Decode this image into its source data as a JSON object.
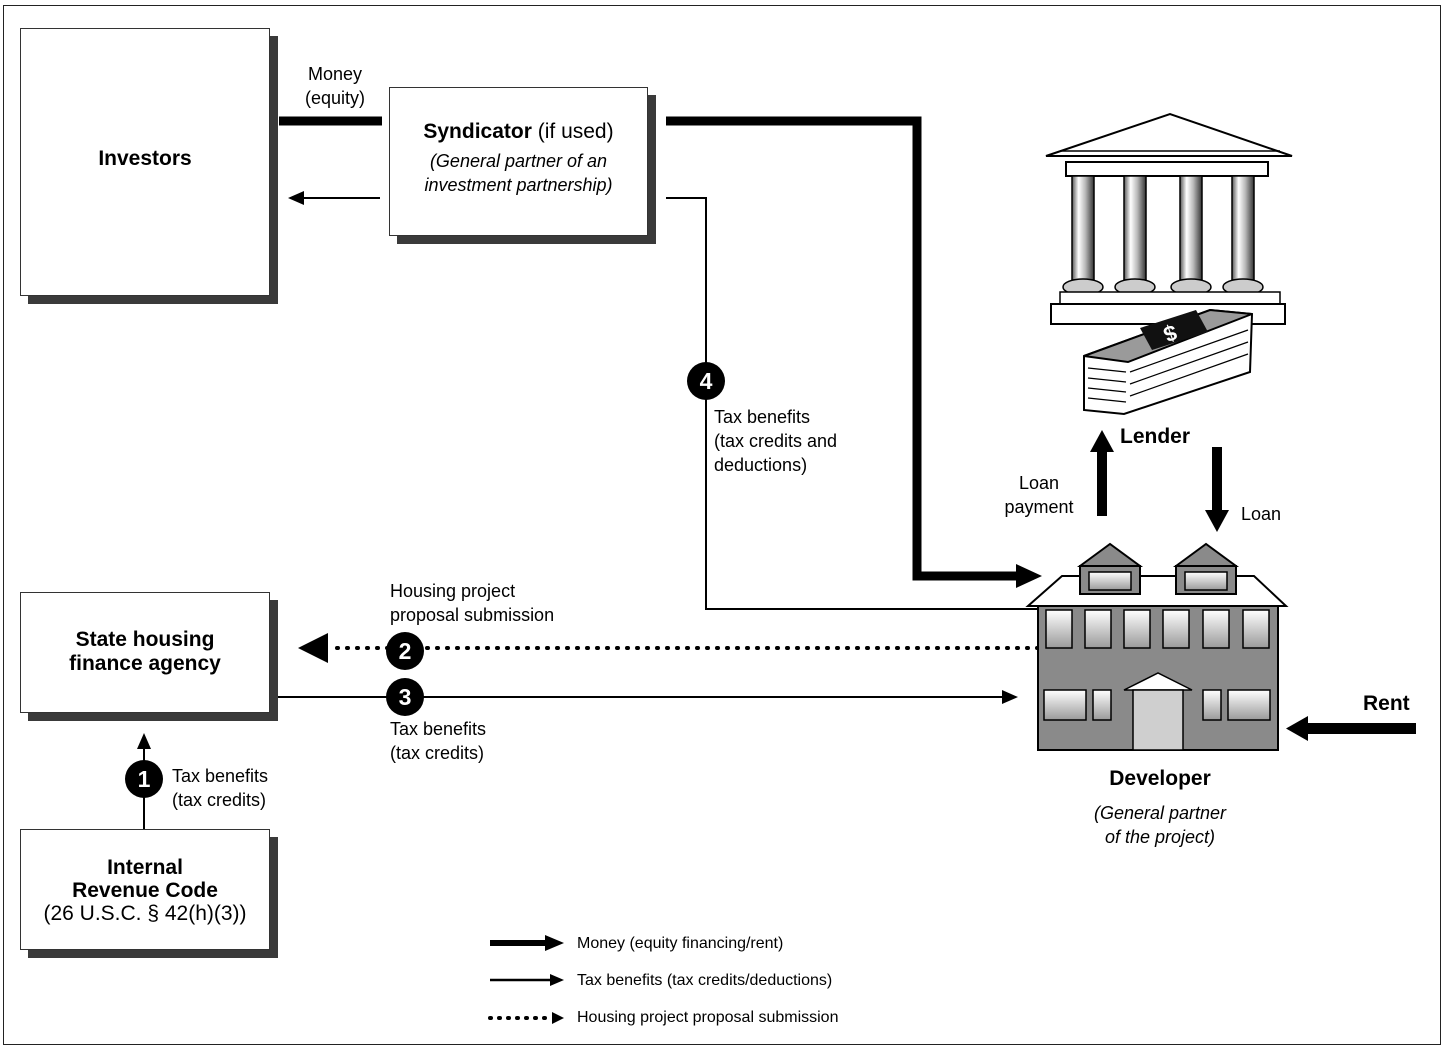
{
  "investors": {
    "title": "Investors"
  },
  "syndicator": {
    "title": "Syndicator",
    "qualifier": "(if used)",
    "subtitle_line1": "(General partner of an",
    "subtitle_line2": "investment partnership)"
  },
  "state_agency": {
    "title_line1": "State housing",
    "title_line2": "finance agency"
  },
  "irc": {
    "title_line1": "Internal",
    "title_line2": "Revenue Code",
    "citation": "(26 U.S.C. § 42(h)(3))"
  },
  "lender": {
    "label": "Lender",
    "loan_payment_line1": "Loan",
    "loan_payment_line2": "payment",
    "loan": "Loan"
  },
  "developer": {
    "label": "Developer",
    "subtitle_line1": "(General partner",
    "subtitle_line2": "of the project)"
  },
  "money_label": {
    "line1": "Money",
    "line2": "(equity)"
  },
  "rent_label": "Rent",
  "steps": {
    "step1": {
      "number": "1",
      "line1": "Tax benefits",
      "line2": "(tax credits)"
    },
    "step2": {
      "number": "2",
      "line1": "Housing project",
      "line2": "proposal submission"
    },
    "step3": {
      "number": "3",
      "line1": "Tax benefits",
      "line2": "(tax credits)"
    },
    "step4": {
      "number": "4",
      "line1": "Tax benefits",
      "line2": "(tax credits and",
      "line3": "deductions)"
    }
  },
  "legend": {
    "money": "Money (equity financing/rent)",
    "tax": "Tax benefits (tax credits/deductions)",
    "proposal": "Housing project proposal submission"
  },
  "colors": {
    "building_fill": "#8a8a8a",
    "shadow": "#3a3a3a",
    "badge": "#000000"
  }
}
